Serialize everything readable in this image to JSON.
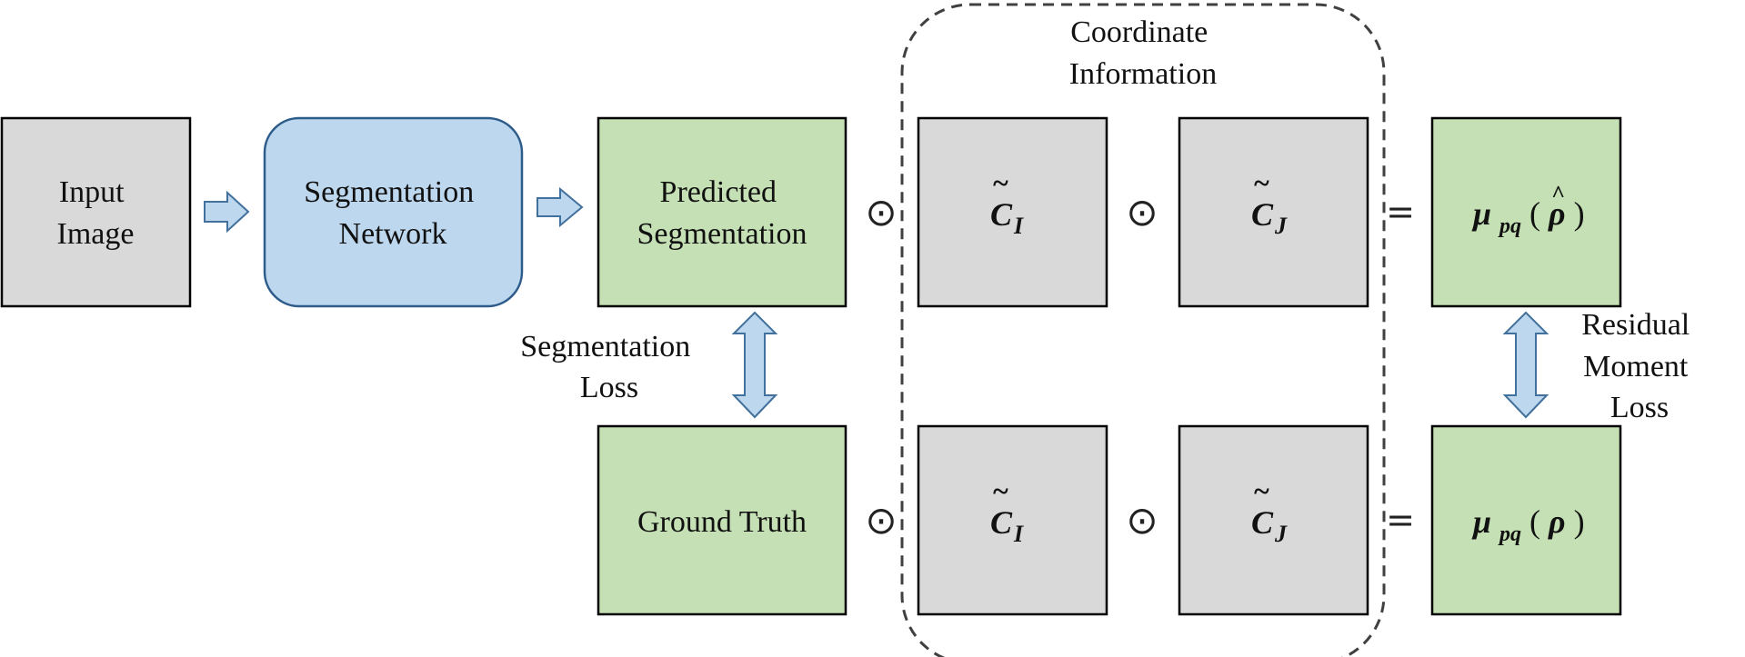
{
  "colors": {
    "gray_fill": "#d9d9d9",
    "green_fill": "#c5e0b4",
    "blue_fill": "#bdd7ee",
    "blue_stroke": "#2e5c8a",
    "arrow_fill": "#bdd7ee",
    "arrow_stroke": "#41719c",
    "box_stroke": "#000000",
    "dashed_stroke": "#404040"
  },
  "nodes": {
    "input_image": [
      "Input",
      "Image"
    ],
    "segmentation_network": [
      "Segmentation",
      "Network"
    ],
    "predicted_segmentation": [
      "Predicted",
      "Segmentation"
    ],
    "ground_truth": [
      "Ground Truth"
    ]
  },
  "coordinate_group": {
    "title": [
      "Coordinate",
      "Information"
    ],
    "top_left": {
      "base": "C",
      "accent": "~",
      "sub": "I"
    },
    "top_right": {
      "base": "C",
      "accent": "~",
      "sub": "J"
    },
    "bottom_left": {
      "base": "C",
      "accent": "~",
      "sub": "I"
    },
    "bottom_right": {
      "base": "C",
      "accent": "~",
      "sub": "J"
    }
  },
  "outputs": {
    "top": {
      "base": "μ",
      "sub": "pq",
      "open": "(",
      "arg": "ρ",
      "accent": "^",
      "close": ")"
    },
    "bottom": {
      "base": "μ",
      "sub": "pq",
      "open": "(",
      "arg": "ρ",
      "close": ")"
    }
  },
  "operators": {
    "hadamard": "⊙",
    "equals": "="
  },
  "losses": {
    "segmentation": [
      "Segmentation",
      "Loss"
    ],
    "residual_moment": [
      "Residual",
      "Moment",
      "Loss"
    ]
  }
}
